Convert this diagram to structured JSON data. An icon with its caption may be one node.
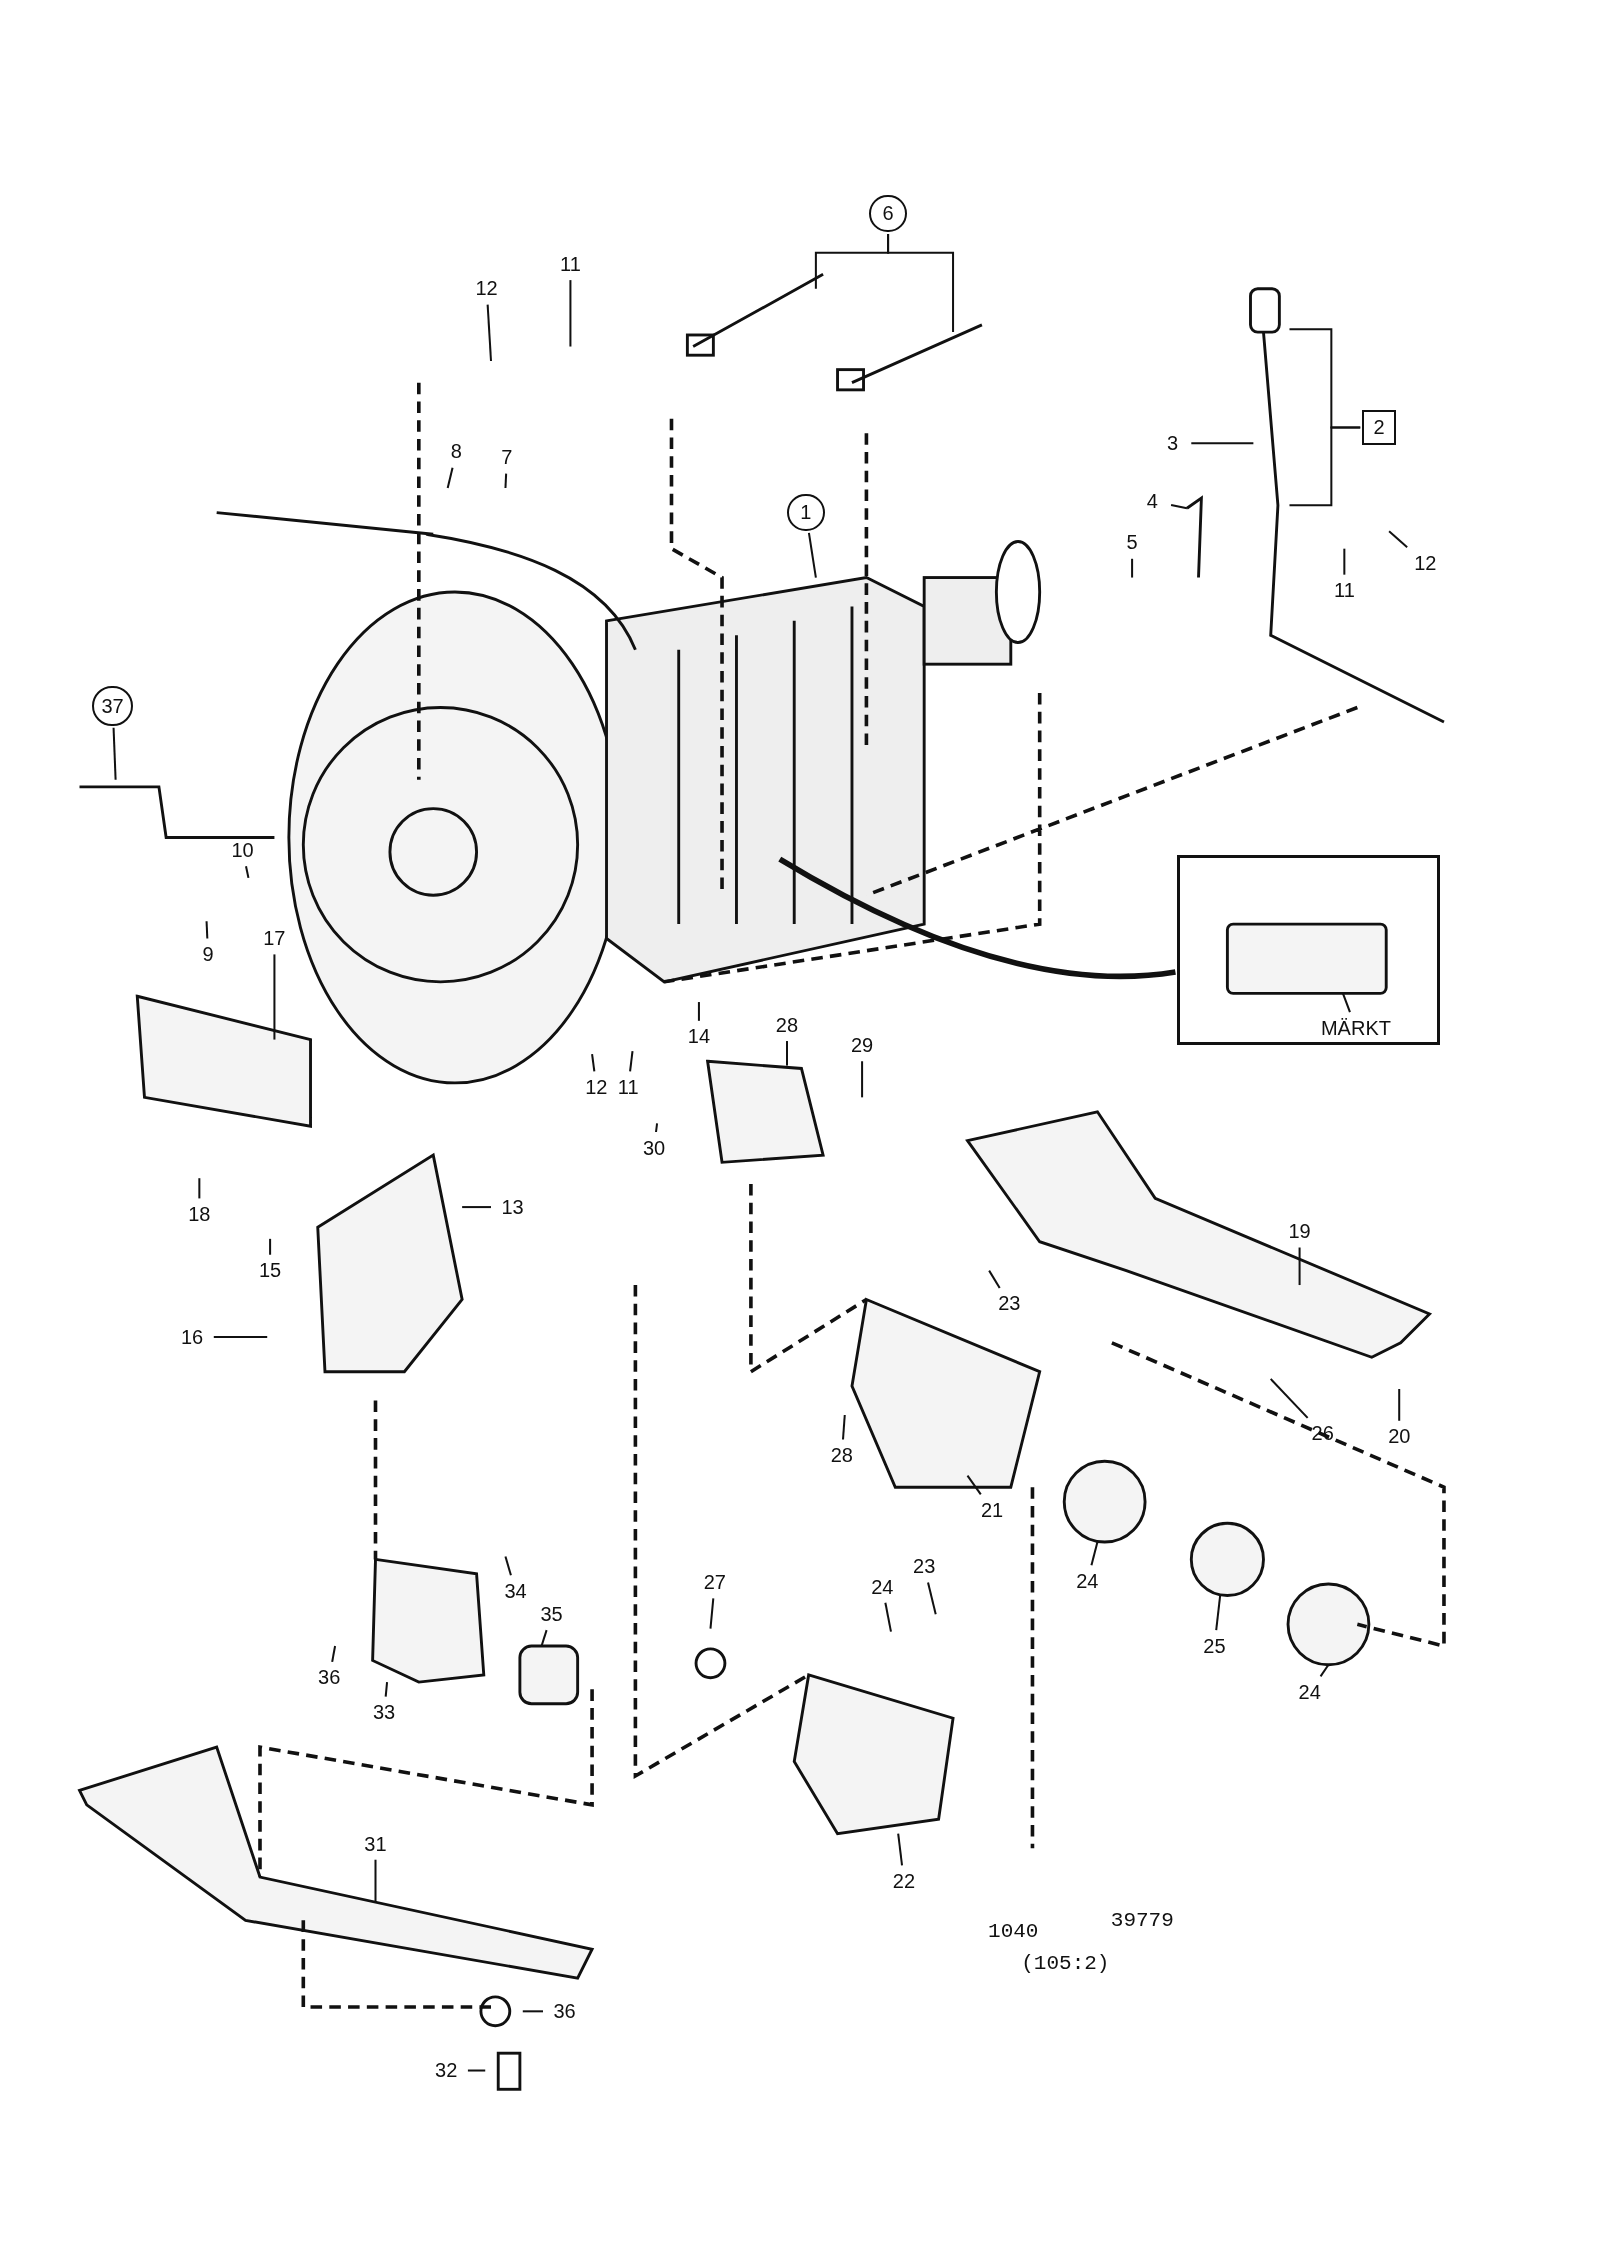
{
  "diagram": {
    "nodes": [
      {
        "text": [
          "6"
        ]
      },
      {
        "text": [
          "12"
        ]
      },
      {
        "text": [
          "11"
        ]
      },
      {
        "text": [
          "2"
        ]
      },
      {
        "text": [
          "3"
        ]
      },
      {
        "text": [
          "8"
        ]
      },
      {
        "text": [
          "7"
        ]
      },
      {
        "text": [
          "4"
        ]
      },
      {
        "text": [
          "1"
        ]
      },
      {
        "text": [
          "5"
        ]
      },
      {
        "text": [
          "12"
        ]
      },
      {
        "text": [
          "11"
        ]
      },
      {
        "text": [
          "37"
        ]
      },
      {
        "text": [
          "10"
        ]
      },
      {
        "text": [],
        "shape": "box"
      },
      {
        "text": [
          "MÄRKT"
        ],
        "in": 14
      },
      {
        "text": [
          "17"
        ]
      },
      {
        "text": [
          "9"
        ]
      },
      {
        "text": [
          "28"
        ]
      },
      {
        "text": [
          "14"
        ]
      },
      {
        "text": [
          "29"
        ]
      },
      {
        "text": [
          "12"
        ]
      },
      {
        "text": [
          "11"
        ]
      },
      {
        "text": [
          "30"
        ]
      },
      {
        "text": [
          "13"
        ]
      },
      {
        "text": [
          "18"
        ]
      },
      {
        "text": [
          "19"
        ]
      },
      {
        "text": [
          "15"
        ]
      },
      {
        "text": [
          "23"
        ]
      },
      {
        "text": [
          "16"
        ]
      },
      {
        "text": [
          "26"
        ]
      },
      {
        "text": [
          "20"
        ]
      },
      {
        "text": [
          "28"
        ]
      },
      {
        "text": [
          "21"
        ]
      },
      {
        "text": [
          "23"
        ]
      },
      {
        "text": [
          "24"
        ]
      },
      {
        "text": [
          "27"
        ]
      },
      {
        "text": [
          "24"
        ]
      },
      {
        "text": [
          "34"
        ]
      },
      {
        "text": [
          "35"
        ]
      },
      {
        "text": [
          "25"
        ]
      },
      {
        "text": [
          "36"
        ]
      },
      {
        "text": [
          "24"
        ]
      },
      {
        "text": [
          "33"
        ]
      },
      {
        "text": [
          "31"
        ]
      },
      {
        "text": [
          "22"
        ]
      },
      {
        "text": [
          "36"
        ]
      },
      {
        "text": [
          "32"
        ]
      }
    ],
    "edges": [
      {
        "from": 0,
        "to": null,
        "arrow": "none"
      },
      {
        "from": 0,
        "to": null,
        "arrow": "none"
      },
      {
        "from": 1,
        "to": null,
        "arrow": "none"
      },
      {
        "from": 2,
        "to": null,
        "arrow": "none"
      },
      {
        "from": 3,
        "to": null,
        "arrow": "none"
      },
      {
        "from": 3,
        "to": null,
        "arrow": "none"
      },
      {
        "from": 4,
        "to": null,
        "arrow": "none"
      },
      {
        "from": 5,
        "to": null,
        "arrow": "none"
      },
      {
        "from": 6,
        "to": null,
        "arrow": "none"
      },
      {
        "from": 7,
        "to": null,
        "arrow": "none"
      },
      {
        "from": 8,
        "to": null,
        "arrow": "none"
      },
      {
        "from": 9,
        "to": null,
        "arrow": "none"
      },
      {
        "from": 10,
        "to": null,
        "arrow": "none"
      },
      {
        "from": 11,
        "to": null,
        "arrow": "none"
      },
      {
        "from": 12,
        "to": null,
        "arrow": "none"
      },
      {
        "from": 13,
        "to": null,
        "arrow": "none"
      },
      {
        "from": null,
        "to": 14,
        "arrow": "none",
        "style": "thick"
      },
      {
        "from": 15,
        "to": null,
        "arrow": "none"
      },
      {
        "from": 16,
        "to": null,
        "arrow": "none"
      },
      {
        "from": 17,
        "to": null,
        "arrow": "none"
      },
      {
        "from": 18,
        "to": null,
        "arrow": "none"
      },
      {
        "from": 19,
        "to": null,
        "arrow": "none"
      },
      {
        "from": 20,
        "to": null,
        "arrow": "none"
      },
      {
        "from": 21,
        "to": null,
        "arrow": "none"
      },
      {
        "from": 22,
        "to": null,
        "arrow": "none"
      },
      {
        "from": 23,
        "to": null,
        "arrow": "none"
      },
      {
        "from": 24,
        "to": null,
        "arrow": "none"
      },
      {
        "from": 25,
        "to": null,
        "arrow": "none"
      },
      {
        "from": 26,
        "to": null,
        "arrow": "none"
      },
      {
        "from": 27,
        "to": null,
        "arrow": "none"
      },
      {
        "from": 28,
        "to": null,
        "arrow": "none"
      },
      {
        "from": 29,
        "to": null,
        "arrow": "none"
      },
      {
        "from": 30,
        "to": null,
        "arrow": "none"
      },
      {
        "from": 31,
        "to": null,
        "arrow": "none"
      },
      {
        "from": 32,
        "to": null,
        "arrow": "none"
      },
      {
        "from": 33,
        "to": null,
        "arrow": "none"
      },
      {
        "from": 34,
        "to": null,
        "arrow": "none"
      },
      {
        "from": 35,
        "to": null,
        "arrow": "none"
      },
      {
        "from": 36,
        "to": null,
        "arrow": "none"
      },
      {
        "from": 37,
        "to": null,
        "arrow": "none"
      },
      {
        "from": 38,
        "to": null,
        "arrow": "none"
      },
      {
        "from": 39,
        "to": null,
        "arrow": "none"
      },
      {
        "from": 40,
        "to": null,
        "arrow": "none"
      },
      {
        "from": 41,
        "to": null,
        "arrow": "none"
      },
      {
        "from": 42,
        "to": null,
        "arrow": "none"
      },
      {
        "from": 43,
        "to": null,
        "arrow": "none"
      },
      {
        "from": 44,
        "to": null,
        "arrow": "none"
      },
      {
        "from": 45,
        "to": null,
        "arrow": "none"
      },
      {
        "from": 46,
        "to": null,
        "arrow": "none"
      },
      {
        "from": 47,
        "to": null,
        "arrow": "none"
      }
    ],
    "labels": [
      "1040",
      "39779",
      "(105:2)"
    ]
  }
}
